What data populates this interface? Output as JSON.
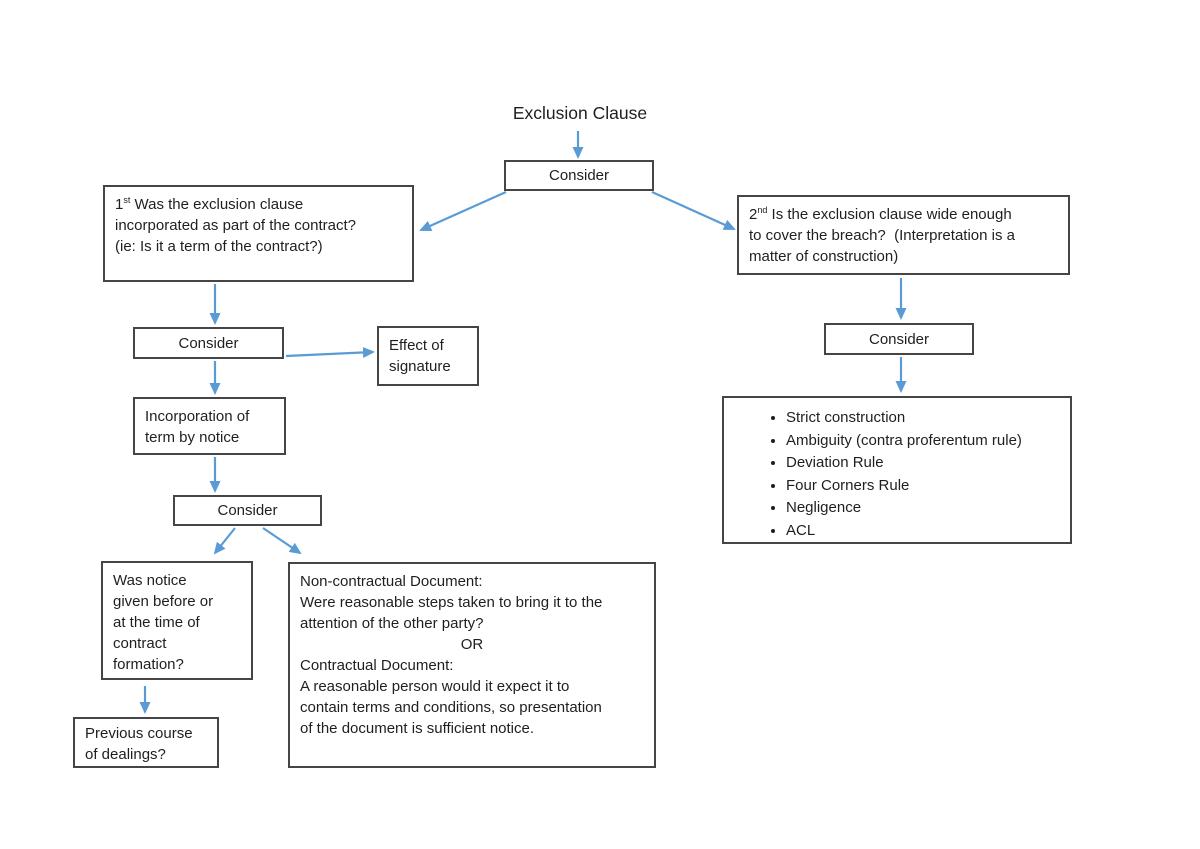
{
  "colors": {
    "arrow": "#5b9bd5",
    "box_border": "#454545",
    "text": "#1f1f1f",
    "background": "#ffffff"
  },
  "diagram": {
    "title": "Exclusion Clause",
    "consider_top": "Consider",
    "q1": {
      "base": "1",
      "sup": "st",
      "rest": " Was the exclusion clause\nincorporated as part of the contract?\n(ie: Is it a term of the contract?)"
    },
    "q2": {
      "base": "2",
      "sup": "nd",
      "rest": " Is the exclusion clause wide enough\nto cover the breach?  (Interpretation is a\nmatter of construction)"
    },
    "consider_left": "Consider",
    "effect_signature": "Effect of\nsignature",
    "incorporation": "Incorporation of\nterm by notice",
    "consider_mid": "Consider",
    "was_notice": "Was notice\ngiven before or\nat the time of\ncontract\nformation?",
    "document_box": {
      "non_contractual_heading": "Non-contractual Document:",
      "non_contractual_body": "Were reasonable steps taken to bring it to the\nattention of the other party?",
      "or_label": "OR",
      "contractual_heading": "Contractual Document:",
      "contractual_body": "A reasonable person would it expect it to\ncontain terms and conditions, so presentation\nof the document is sufficient notice."
    },
    "previous_course": "Previous course\nof dealings?",
    "consider_right": "Consider",
    "construction_rules": {
      "items": [
        "Strict construction",
        "Ambiguity (contra proferentum rule)",
        "Deviation Rule",
        "Four Corners Rule",
        "Negligence",
        "ACL"
      ]
    }
  }
}
